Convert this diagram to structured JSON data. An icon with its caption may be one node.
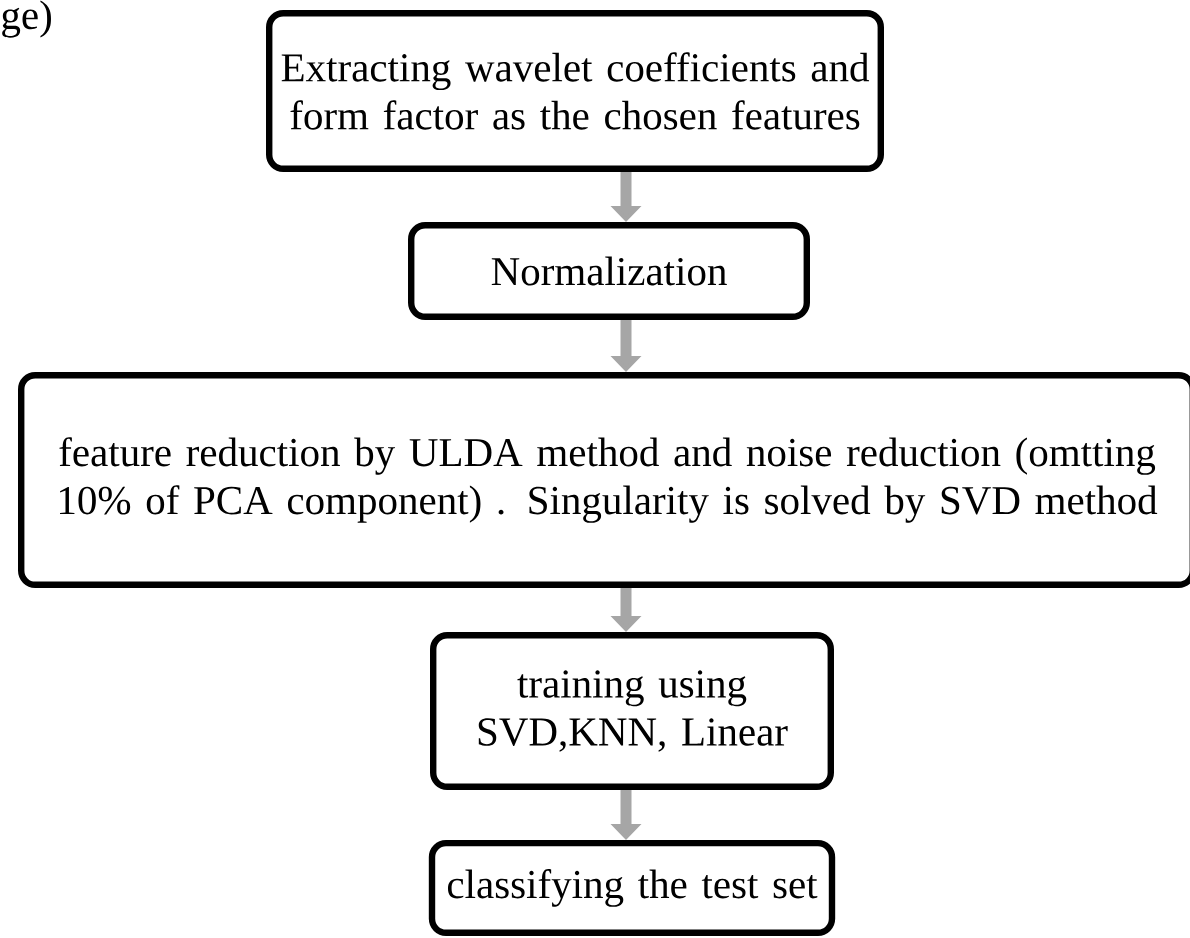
{
  "diagram": {
    "nodes": [
      {
        "text": [
          "Extracting wavelet coefficients and form factor as the chosen features"
        ]
      },
      {
        "text": [
          "Normalization"
        ]
      },
      {
        "text": [
          "feature reduction by ULDA method and noise reduction (omtting 10% of PCA component) . Singularity is solved by SVD method"
        ]
      },
      {
        "text": [
          "training using SVD,KNN, Linear"
        ]
      },
      {
        "text": [
          "classifying the test set"
        ]
      }
    ],
    "edges": [
      {
        "from": 0,
        "to": 1,
        "arrow": "to"
      },
      {
        "from": 1,
        "to": 2,
        "arrow": "to"
      },
      {
        "from": 2,
        "to": 3,
        "arrow": "to"
      },
      {
        "from": 3,
        "to": 4,
        "arrow": "to"
      }
    ],
    "labels": [
      "ge)"
    ]
  }
}
